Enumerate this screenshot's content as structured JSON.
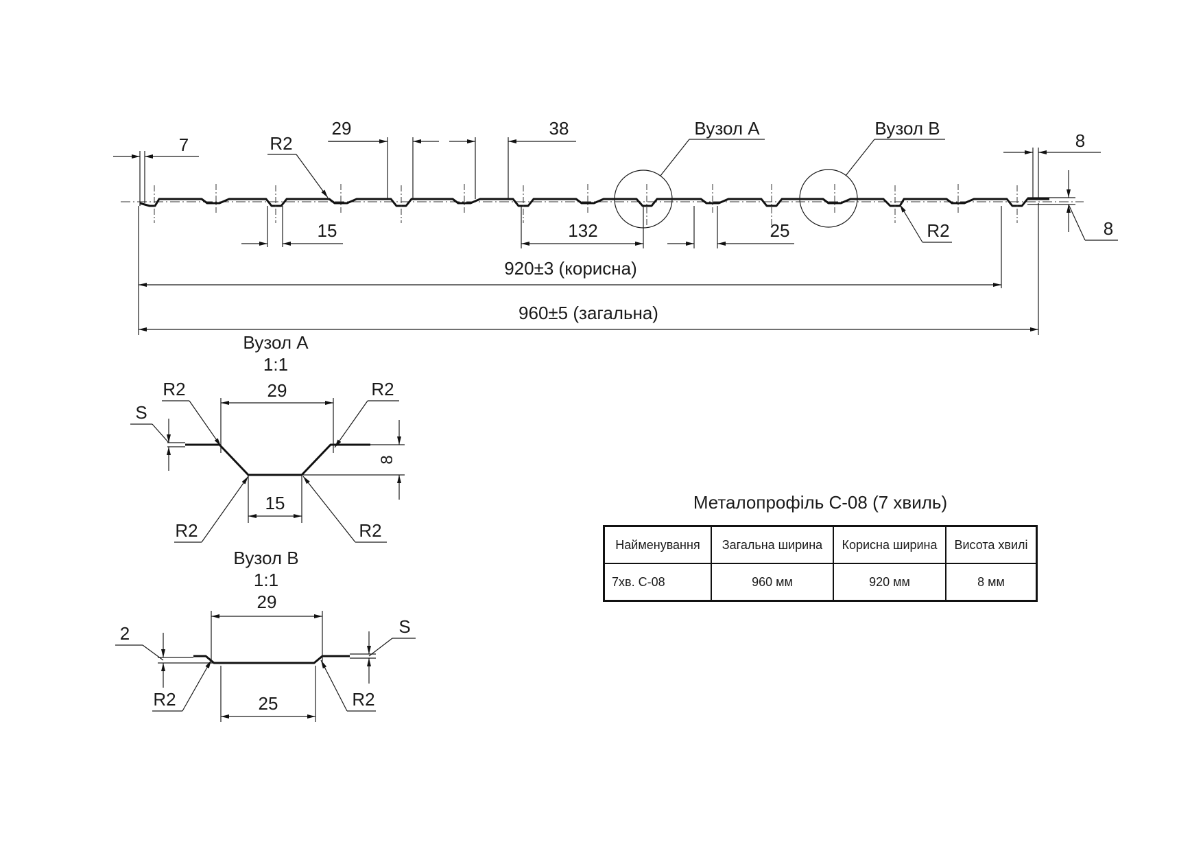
{
  "main_view": {
    "dims": {
      "d7": "7",
      "d29": "29",
      "d38": "38",
      "d15": "15",
      "d132": "132",
      "d25": "25",
      "d8_top": "8",
      "d8_right": "8",
      "r2_left": "R2",
      "r2_right": "R2"
    },
    "callouts": {
      "node_a": "Вузол А",
      "node_b": "Вузол В"
    },
    "useful_width": "920±3 (корисна)",
    "total_width": "960±5 (загальна)"
  },
  "detail_a": {
    "title": "Вузол А",
    "scale": "1:1",
    "dims": {
      "top": "29",
      "bottom": "15",
      "height": "8",
      "thickness": "S"
    },
    "radii": [
      "R2",
      "R2",
      "R2",
      "R2"
    ]
  },
  "detail_b": {
    "title": "Вузол В",
    "scale": "1:1",
    "dims": {
      "top": "29",
      "bottom": "25",
      "height": "2",
      "thickness": "S"
    },
    "radii": [
      "R2",
      "R2"
    ]
  },
  "spec": {
    "title": "Металопрофіль С-08 (7 хвиль)",
    "headers": [
      "Найменування",
      "Загальна ширина",
      "Корисна ширина",
      "Висота хвилі"
    ],
    "row": [
      "7хв. С-08",
      "960 мм",
      "920 мм",
      "8 мм"
    ]
  }
}
